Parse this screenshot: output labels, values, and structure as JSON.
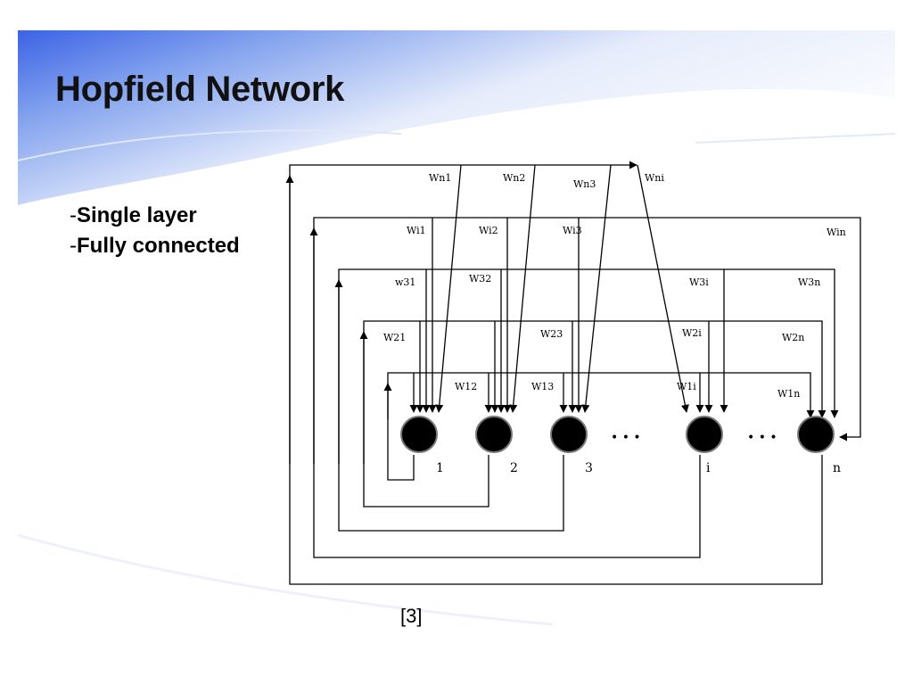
{
  "slide": {
    "title": "Hopfield Network",
    "bullets": [
      {
        "dash": "-",
        "text": "Single layer"
      },
      {
        "dash": "-",
        "text": "Fully connected"
      }
    ],
    "citation": "[3]"
  },
  "diagram": {
    "nodes": [
      {
        "id": "1",
        "label": "1"
      },
      {
        "id": "2",
        "label": "2"
      },
      {
        "id": "3",
        "label": "3"
      },
      {
        "id": "i",
        "label": "i"
      },
      {
        "id": "n",
        "label": "n"
      }
    ],
    "ellipsis": "•  •  •",
    "weight_labels": {
      "Wn1": "Wn1",
      "Wn2": "Wn2",
      "Wn3": "Wn3",
      "Wni": "Wni",
      "Wi1": "Wi1",
      "Wi2": "Wi2",
      "Wi3": "Wi3",
      "Win": "Win",
      "W31": "w31",
      "W32": "W32",
      "W3i": "W3i",
      "W3n": "W3n",
      "W21": "W21",
      "W23": "W23",
      "W2i": "W2i",
      "W2n": "W2n",
      "W12": "W12",
      "W13": "W13",
      "W1i": "W1i",
      "W1n": "W1n"
    }
  },
  "colors": {
    "background_gradient": "#3b63e6",
    "title": "#111111",
    "diagram_line": "#000000"
  }
}
